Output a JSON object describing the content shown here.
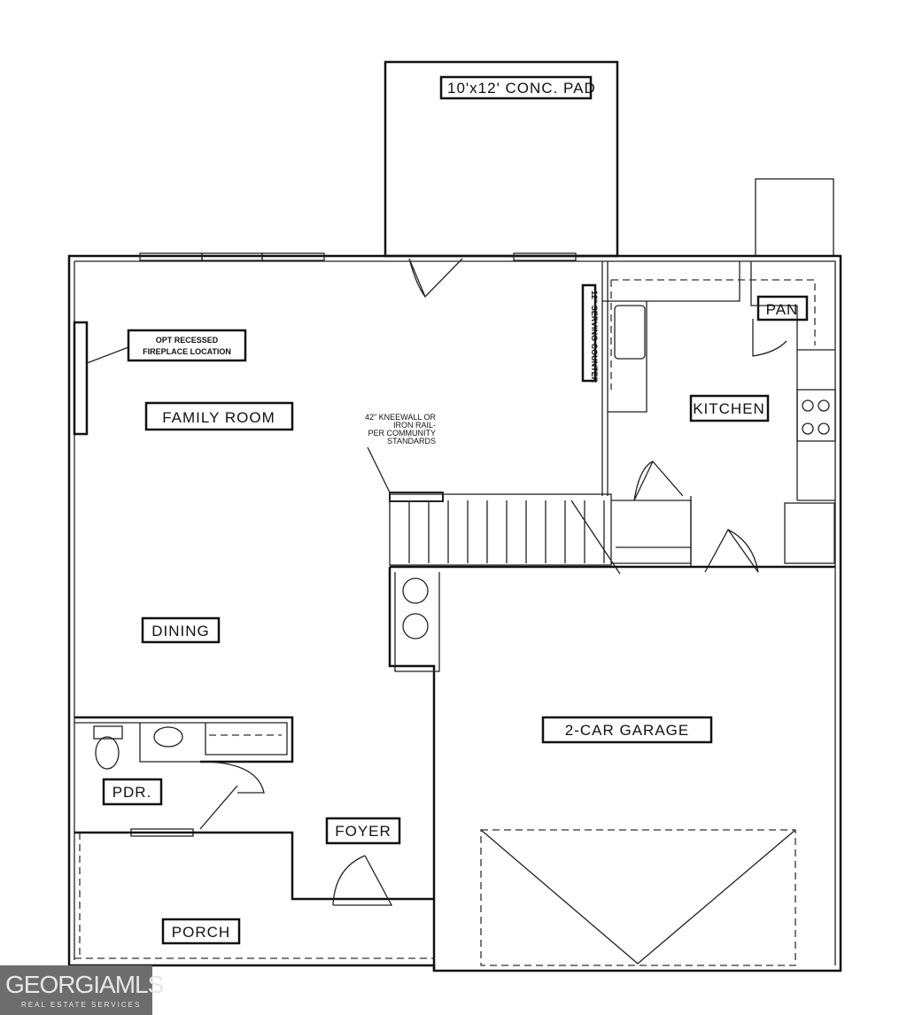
{
  "rooms": {
    "pad": "10'x12' CONC. PAD",
    "fireplace": [
      "OPT RECESSED",
      "FIREPLACE LOCATION"
    ],
    "family_room": "FAMILY ROOM",
    "kitchen": "KITCHEN",
    "pantry": "PAN",
    "dining": "DINING",
    "garage": "2-CAR GARAGE",
    "powder": "PDR.",
    "foyer": "FOYER",
    "porch": "PORCH"
  },
  "notes": {
    "kneewall": [
      "42\" KNEEWALL OR",
      "IRON RAIL-",
      "PER COMMUNITY",
      "STANDARDS"
    ],
    "serving_counter": "12\" SERVING COUNTER"
  },
  "watermark": {
    "brand": "GEORGIAMLS",
    "tagline": "REAL ESTATE SERVICES"
  }
}
